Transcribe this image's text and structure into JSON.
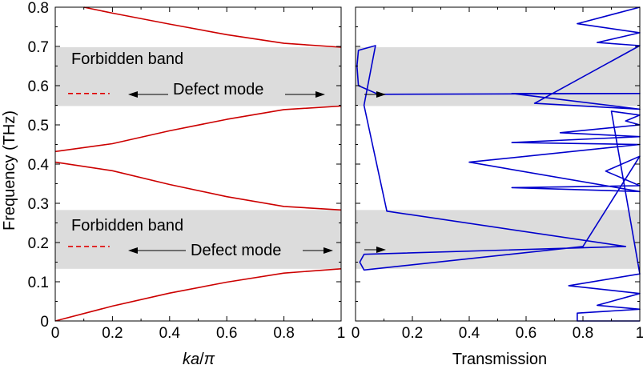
{
  "chart_data": [
    {
      "type": "line",
      "panel": "left",
      "xlabel_parts": [
        "ka",
        "/",
        "π"
      ],
      "ylabel": "Frequency (THz)",
      "xlim": [
        0,
        1
      ],
      "ylim": [
        0,
        0.8
      ],
      "xticks": [
        "0",
        "0.2",
        "0.4",
        "0.6",
        "0.8",
        "1"
      ],
      "yticks": [
        "0",
        "0.1",
        "0.2",
        "0.3",
        "0.4",
        "0.5",
        "0.6",
        "0.7",
        "0.8"
      ],
      "colors": {
        "bands": "#cc0000",
        "forbidden": "#dcdcdc",
        "defect": "#e00000"
      },
      "forbidden_bands": [
        {
          "label": "Forbidden band",
          "ymin": 0.133,
          "ymax": 0.283
        },
        {
          "label": "Forbidden band",
          "ymin": 0.548,
          "ymax": 0.698
        }
      ],
      "defect_modes": [
        {
          "label": "Defect mode",
          "y": 0.19
        },
        {
          "label": "Defect mode",
          "y": 0.58
        }
      ],
      "series": [
        {
          "x": [
            0,
            0.2,
            0.4,
            0.6,
            0.8,
            1.0
          ],
          "y": [
            0.0,
            0.038,
            0.071,
            0.099,
            0.122,
            0.133
          ]
        },
        {
          "x": [
            0,
            0.2,
            0.4,
            0.6,
            0.8,
            1.0
          ],
          "y": [
            0.405,
            0.383,
            0.348,
            0.317,
            0.292,
            0.283
          ]
        },
        {
          "x": [
            0,
            0.2,
            0.4,
            0.6,
            0.8,
            1.0
          ],
          "y": [
            0.432,
            0.452,
            0.485,
            0.514,
            0.539,
            0.548
          ]
        },
        {
          "x": [
            0.1,
            0.2,
            0.4,
            0.6,
            0.8,
            1.0
          ],
          "y": [
            0.8,
            0.785,
            0.757,
            0.73,
            0.708,
            0.698
          ]
        }
      ]
    },
    {
      "type": "line",
      "panel": "right",
      "xlabel": "Transmission",
      "xlim": [
        0,
        1
      ],
      "ylim": [
        0,
        0.8
      ],
      "xticks": [
        "0",
        "0.2",
        "0.4",
        "0.6",
        "0.8",
        "1"
      ],
      "colors": {
        "line": "#0000cc",
        "forbidden": "#dcdcdc"
      },
      "forbidden_bands": [
        {
          "ymin": 0.133,
          "ymax": 0.283
        },
        {
          "ymin": 0.548,
          "ymax": 0.698
        }
      ],
      "series": [
        {
          "x": [
            1.0,
            0.78,
            1.0,
            0.85,
            1.0,
            0.63,
            1.0,
            0.55,
            1.0,
            0.08,
            0.01,
            0.005,
            0.01,
            0.07,
            0.03,
            0.11,
            0.95,
            0.03,
            0.015,
            0.03,
            0.8,
            1.0,
            0.88,
            1.0,
            0.55,
            1.0,
            0.4,
            1.0,
            0.55,
            1.0,
            0.72,
            1.0,
            0.95,
            1.0,
            0.9,
            1.0,
            0.75,
            1.0,
            0.85,
            1.0,
            0.78,
            0.78,
            1.0
          ],
          "y": [
            0.8,
            0.758,
            0.735,
            0.71,
            0.702,
            0.555,
            0.54,
            0.58,
            0.58,
            0.578,
            0.6,
            0.65,
            0.69,
            0.702,
            0.55,
            0.28,
            0.19,
            0.17,
            0.15,
            0.13,
            0.19,
            0.42,
            0.382,
            0.345,
            0.34,
            0.33,
            0.405,
            0.45,
            0.455,
            0.47,
            0.48,
            0.5,
            0.51,
            0.525,
            0.535,
            0.12,
            0.09,
            0.07,
            0.04,
            0.03,
            0.02,
            0.0,
            0.0
          ]
        }
      ]
    }
  ],
  "annotations": {
    "forbidden_upper": "Forbidden band",
    "forbidden_lower": "Forbidden band",
    "defect_upper": "Defect mode",
    "defect_lower": "Defect mode"
  }
}
